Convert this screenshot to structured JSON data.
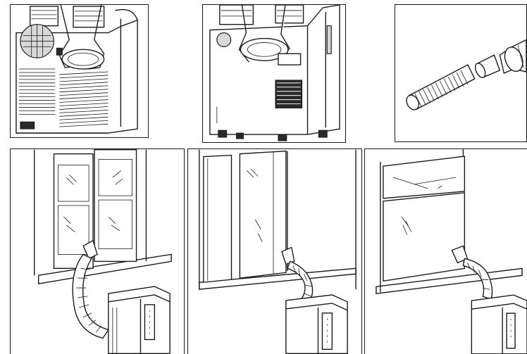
{
  "panels": [
    {
      "id": "p1",
      "name": "step-remove-adapter-front"
    },
    {
      "id": "p2",
      "name": "step-remove-adapter-rear"
    },
    {
      "id": "p3",
      "name": "exhaust-hose-and-adapters"
    },
    {
      "id": "p4",
      "name": "install-casement-window"
    },
    {
      "id": "p5",
      "name": "install-sliding-window"
    },
    {
      "id": "p6",
      "name": "install-hung-window"
    }
  ]
}
